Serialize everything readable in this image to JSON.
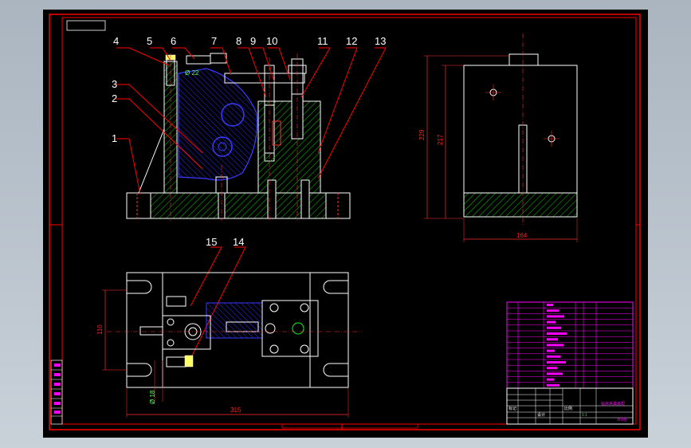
{
  "balloons": [
    "1",
    "2",
    "3",
    "4",
    "5",
    "6",
    "7",
    "8",
    "9",
    "10",
    "11",
    "12",
    "13",
    "14",
    "15"
  ],
  "dims": {
    "top_dia": "Ø 22",
    "side_height_outer": "229",
    "side_height_inner": "217",
    "side_width": "164",
    "plan_width": "315",
    "plan_height": "110",
    "plan_dia": "Ø 18"
  },
  "titleblock": {
    "cell_a": "标记",
    "cell_b": "设计",
    "cell_c": "比例",
    "cell_d": "1:1",
    "drawing_name": "钻床夹具装配",
    "sheet": "共1张"
  },
  "colors": {
    "frame": "#ff0000",
    "part": "#ffffff",
    "hatch": "#00ff00",
    "blue_part": "#3030ff",
    "table": "#ff00ff",
    "text": "#ffffff"
  }
}
